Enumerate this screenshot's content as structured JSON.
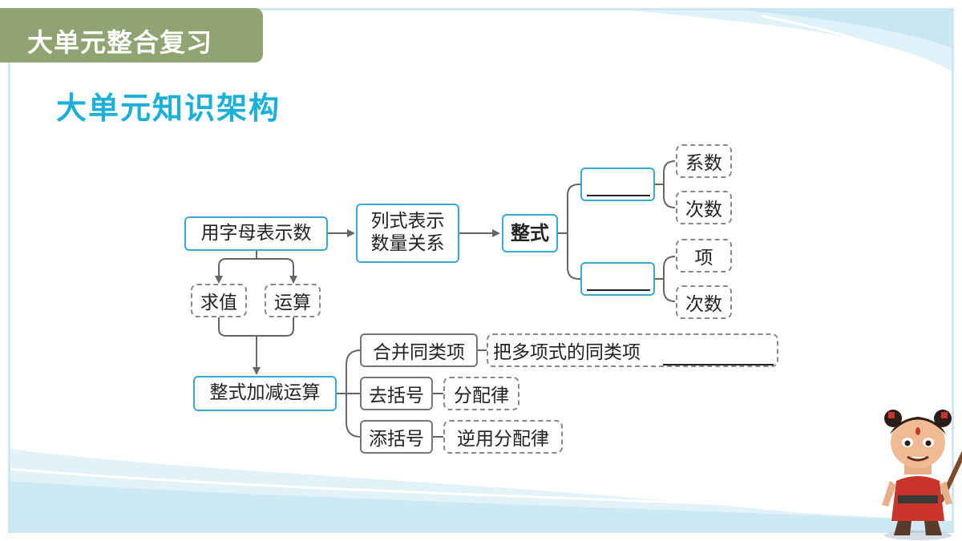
{
  "header": {
    "title": "大单元整合复习"
  },
  "page_title": "大单元知识架构",
  "diagram": {
    "use_letters": "用字母表示数",
    "expression": "列式表示\n数量关系",
    "polynomial_root": "整式",
    "attr_coefficient": "系数",
    "attr_degree_1": "次数",
    "attr_term": "项",
    "attr_degree_2": "次数",
    "evaluate": "求值",
    "operate": "运算",
    "add_subtract": "整式加减运算",
    "combine_like_terms": "合并同类项",
    "combine_desc": "把多项式的同类项",
    "remove_brackets": "去括号",
    "distributive": "分配律",
    "add_brackets": "添括号",
    "reverse_distributive": "逆用分配律"
  },
  "colors": {
    "header_bg": "#8fa470",
    "title": "#1ab0d8",
    "box_border": "#39a8d2",
    "frame": "#cfe6ef"
  },
  "icons": {
    "mascot": "cartoon-child-mascot"
  }
}
